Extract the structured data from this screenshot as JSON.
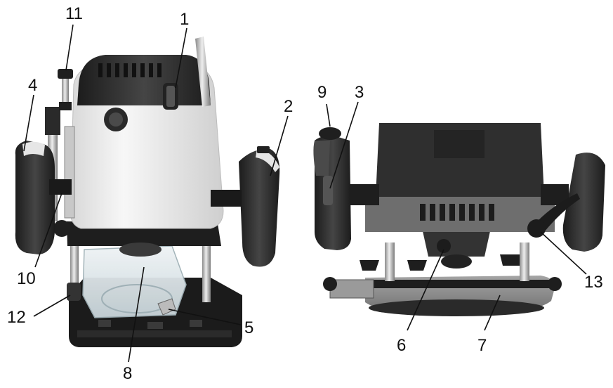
{
  "figure": {
    "callouts": [
      {
        "id": "c1",
        "label": "1"
      },
      {
        "id": "c2",
        "label": "2"
      },
      {
        "id": "c3",
        "label": "3"
      },
      {
        "id": "c4",
        "label": "4"
      },
      {
        "id": "c5",
        "label": "5"
      },
      {
        "id": "c6",
        "label": "6"
      },
      {
        "id": "c7",
        "label": "7"
      },
      {
        "id": "c8",
        "label": "8"
      },
      {
        "id": "c9",
        "label": "9"
      },
      {
        "id": "c10",
        "label": "10"
      },
      {
        "id": "c11",
        "label": "11"
      },
      {
        "id": "c12",
        "label": "12"
      },
      {
        "id": "c13",
        "label": "13"
      }
    ]
  },
  "colors": {
    "body_white": "#f2f2f2",
    "housing_dark": "#2e2e2e",
    "rubber_black": "#1a1a1a",
    "metal": "#b9b9b9",
    "clear_plastic": "#dfe7ea",
    "base_grey": "#8c8c8c"
  }
}
